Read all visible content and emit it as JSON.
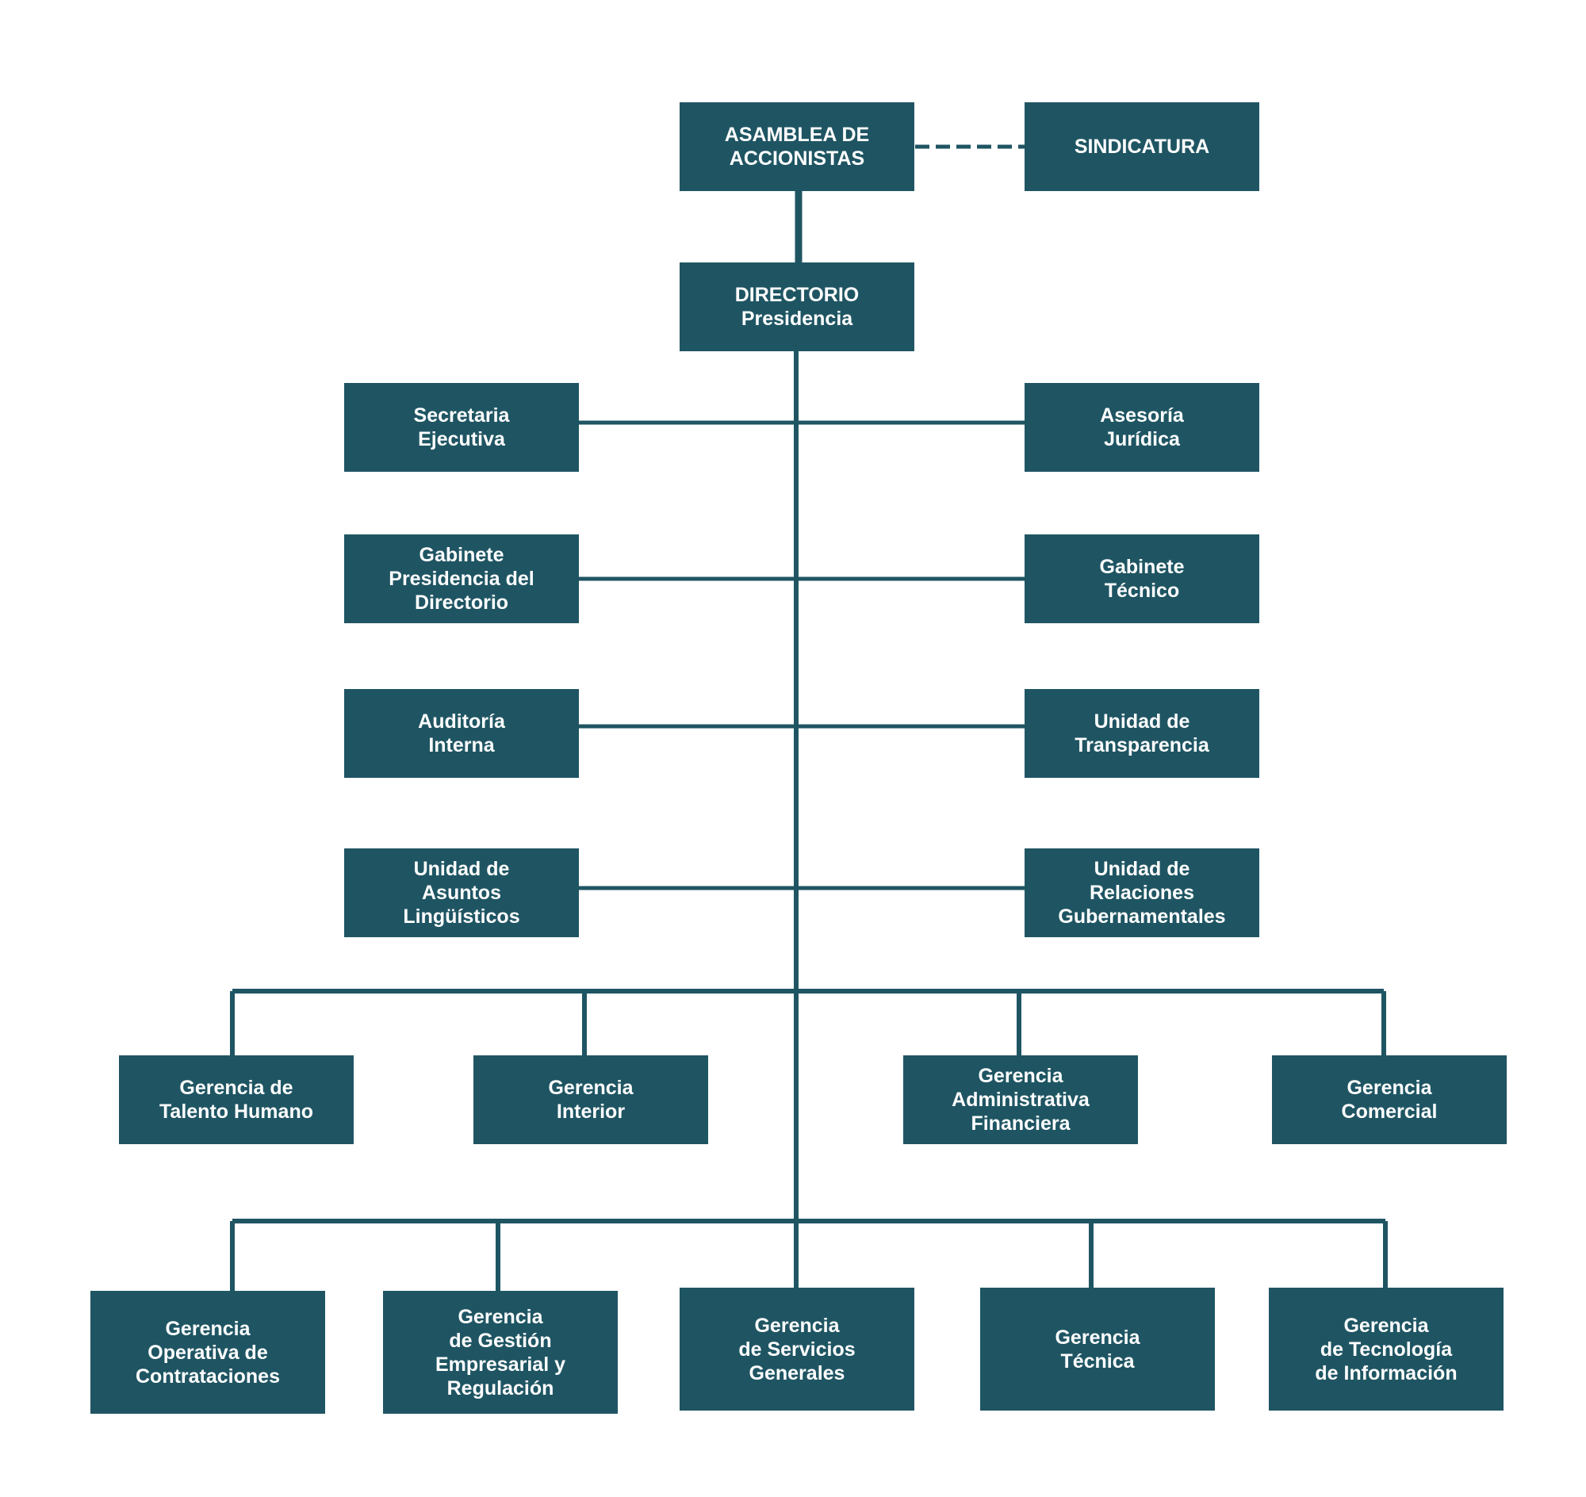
{
  "diagram": {
    "nodes": {
      "asamblea": "ASAMBLEA DE\nACCIONISTAS",
      "sindicatura": "SINDICATURA",
      "directorio": "DIRECTORIO\nPresidencia",
      "secretaria": "Secretaria\nEjecutiva",
      "asesoria": "Asesoría\nJurídica",
      "gabinete_presidencia": "Gabinete\nPresidencia del\nDirectorio",
      "gabinete_tecnico": "Gabinete\nTécnico",
      "auditoria": "Auditoría\nInterna",
      "transparencia": "Unidad de\nTransparencia",
      "asuntos_linguisticos": "Unidad de\nAsuntos\nLingüísticos",
      "relaciones_gubernamentales": "Unidad de\nRelaciones\nGubernamentales",
      "talento_humano": "Gerencia de\nTalento Humano",
      "interior": "Gerencia\nInterior",
      "administrativa_financiera": "Gerencia\nAdministrativa\nFinanciera",
      "comercial": "Gerencia\nComercial",
      "operativa_contrataciones": "Gerencia\nOperativa de\nContrataciones",
      "gestion_empresarial": "Gerencia\nde Gestión\nEmpresarial y\nRegulación",
      "servicios_generales": "Gerencia\nde Servicios\nGenerales",
      "tecnica": "Gerencia\nTécnica",
      "tecnologia_informacion": "Gerencia\nde Tecnología\nde Información"
    },
    "colors": {
      "box": "#1f5563",
      "line": "#1f5563",
      "text": "#ffffff"
    },
    "edges": [
      {
        "from": "asamblea",
        "to": "sindicatura",
        "style": "dashed"
      },
      {
        "from": "asamblea",
        "to": "directorio",
        "style": "solid"
      },
      {
        "from": "directorio",
        "to": "secretaria",
        "style": "solid"
      },
      {
        "from": "directorio",
        "to": "asesoria",
        "style": "solid"
      },
      {
        "from": "directorio",
        "to": "gabinete_presidencia",
        "style": "solid"
      },
      {
        "from": "directorio",
        "to": "gabinete_tecnico",
        "style": "solid"
      },
      {
        "from": "directorio",
        "to": "auditoria",
        "style": "solid"
      },
      {
        "from": "directorio",
        "to": "transparencia",
        "style": "solid"
      },
      {
        "from": "directorio",
        "to": "asuntos_linguisticos",
        "style": "solid"
      },
      {
        "from": "directorio",
        "to": "relaciones_gubernamentales",
        "style": "solid"
      },
      {
        "from": "directorio",
        "to": "talento_humano",
        "style": "solid"
      },
      {
        "from": "directorio",
        "to": "interior",
        "style": "solid"
      },
      {
        "from": "directorio",
        "to": "administrativa_financiera",
        "style": "solid"
      },
      {
        "from": "directorio",
        "to": "comercial",
        "style": "solid"
      },
      {
        "from": "directorio",
        "to": "operativa_contrataciones",
        "style": "solid"
      },
      {
        "from": "directorio",
        "to": "gestion_empresarial",
        "style": "solid"
      },
      {
        "from": "directorio",
        "to": "servicios_generales",
        "style": "solid"
      },
      {
        "from": "directorio",
        "to": "tecnica",
        "style": "solid"
      },
      {
        "from": "directorio",
        "to": "tecnologia_informacion",
        "style": "solid"
      }
    ]
  }
}
